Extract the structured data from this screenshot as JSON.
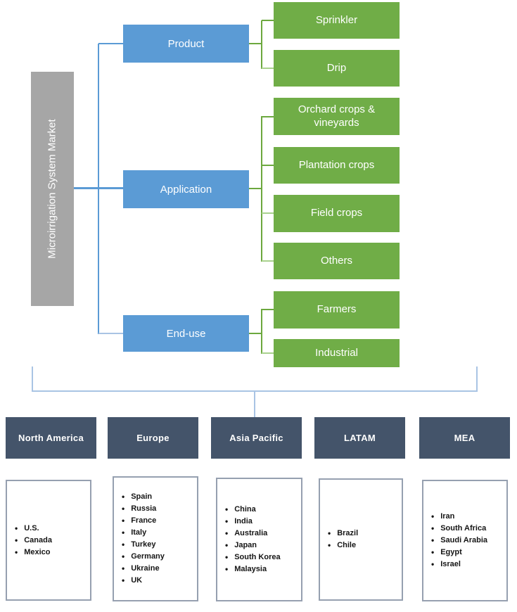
{
  "diagram": {
    "root_label": "Microirrigation System Market",
    "segments": [
      {
        "label": "Product",
        "children": [
          "Sprinkler",
          "Drip"
        ]
      },
      {
        "label": "Application",
        "children": [
          "Orchard crops & vineyards",
          "Plantation crops",
          "Field crops",
          "Others"
        ]
      },
      {
        "label": "End-use",
        "children": [
          "Farmers",
          "Industrial"
        ]
      }
    ],
    "regions": [
      {
        "label": "North America",
        "countries": [
          "U.S.",
          "Canada",
          "Mexico"
        ]
      },
      {
        "label": "Europe",
        "countries": [
          "Spain",
          "Russia",
          "France",
          "Italy",
          "Turkey",
          "Germany",
          "Ukraine",
          "UK"
        ]
      },
      {
        "label": "Asia Pacific",
        "countries": [
          "China",
          "India",
          "Australia",
          "Japan",
          "South Korea",
          "Malaysia"
        ]
      },
      {
        "label": "LATAM",
        "countries": [
          "Brazil",
          "Chile"
        ]
      },
      {
        "label": "MEA",
        "countries": [
          "Iran",
          "South Africa",
          "Saudi Arabia",
          "Egypt",
          "Israel"
        ]
      }
    ],
    "colors": {
      "segment_blue": "#5B9BD5",
      "child_green": "#70AD47",
      "root_gray": "#A6A6A6",
      "region_header_slate": "#44546A",
      "connector_green": "#6CA83E",
      "connector_light_green": "#A9D18E",
      "connector_blue": "#5B9BD5",
      "connector_light_blue": "#A9C4E4",
      "list_border": "#96A0B0"
    }
  }
}
